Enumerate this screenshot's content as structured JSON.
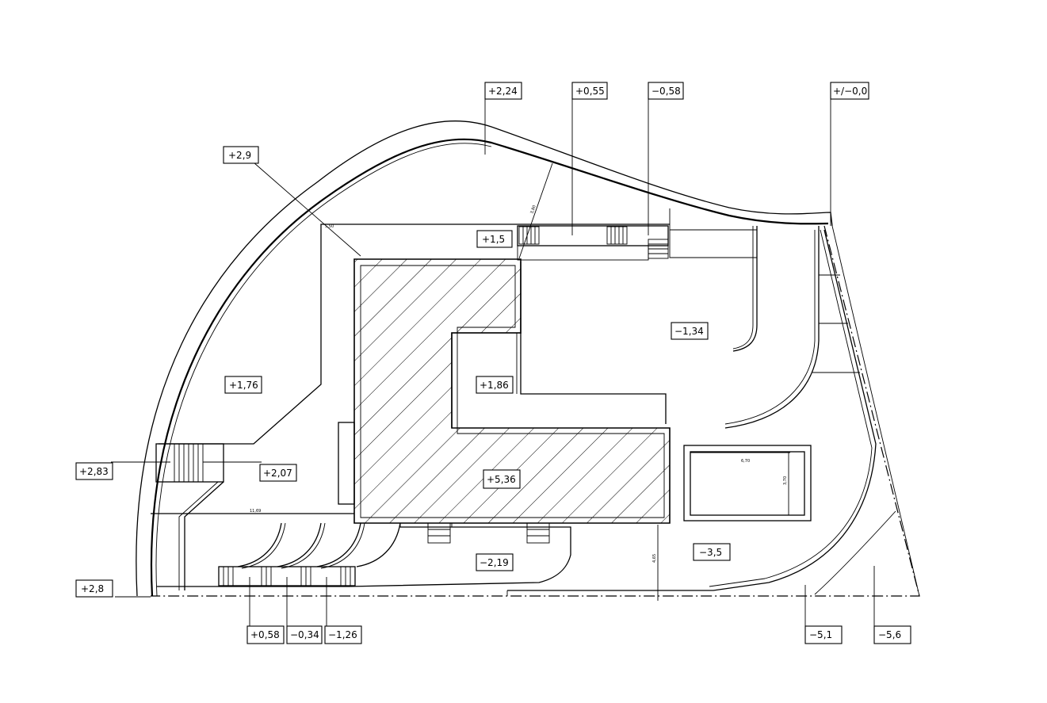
{
  "plan": {
    "levels": {
      "l_2_24": "+2,24",
      "l_0_55": "+0,55",
      "l_m0_58": "−0,58",
      "l_0_0": "+/−0,0",
      "l_2_9": "+2,9",
      "l_1_5": "+1,5",
      "l_m1_34": "−1,34",
      "l_1_76": "+1,76",
      "l_1_86": "+1,86",
      "l_2_83": "+2,83",
      "l_2_07": "+2,07",
      "l_5_36": "+5,36",
      "l_m3_5": "−3,5",
      "l_m2_19": "−2,19",
      "l_2_8": "+2,8",
      "l_0_58": "+0,58",
      "l_m0_34": "−0,34",
      "l_m1_26": "−1,26",
      "l_m5_1": "−5,1",
      "l_m5_6": "−5,6"
    },
    "dimensions": {
      "d_top": "5,50",
      "d_diag": "3,80",
      "d_long": "11,69",
      "d_vert": "4,65",
      "d_pool_w": "6,70",
      "d_pool_h": "3,70"
    }
  }
}
